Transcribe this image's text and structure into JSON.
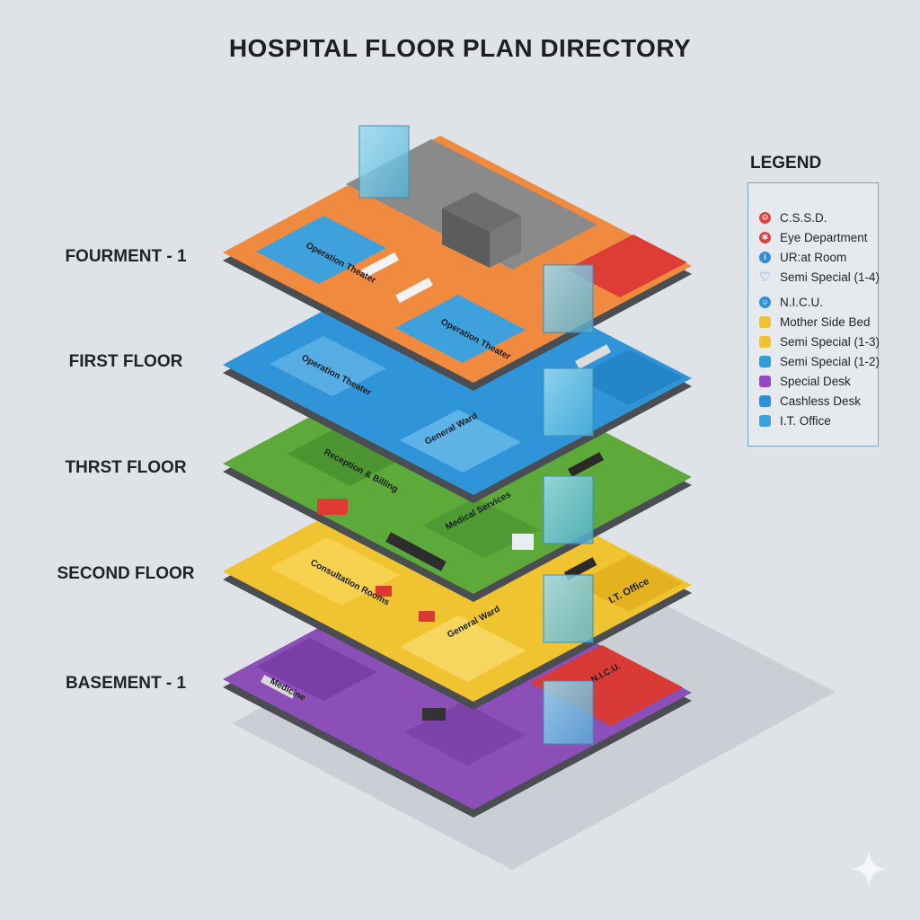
{
  "title": "HOSPITAL FLOOR PLAN DIRECTORY",
  "floors": [
    {
      "label": "FOURMENT - 1",
      "color": "#f08a3e"
    },
    {
      "label": "FIRST FLOOR",
      "color": "#2f95d8"
    },
    {
      "label": "THRST FLOOR",
      "color": "#5da93a"
    },
    {
      "label": "SECOND FLOOR",
      "color": "#f0c431"
    },
    {
      "label": "BASEMENT - 1",
      "color": "#8c4fb7"
    }
  ],
  "legend": {
    "title": "LEGEND",
    "items": [
      {
        "label": "C.S.S.D.",
        "color": "#e0433c",
        "icon": "gear-icon"
      },
      {
        "label": "Eye Department",
        "color": "#e0433c",
        "icon": "person-icon"
      },
      {
        "label": "UR:at Room",
        "color": "#2e8fd6",
        "icon": "info-icon"
      },
      {
        "label": "Semi Special (1-4)",
        "color": "#2e8fd6",
        "icon": "heart-icon"
      },
      {
        "label": "N.I.C.U.",
        "color": "#2e8fd6",
        "icon": "baby-icon"
      },
      {
        "label": "Mother Side Bed",
        "color": "#f0c431",
        "icon": "square"
      },
      {
        "label": "Semi Special (1-3)",
        "color": "#f0c431",
        "icon": "square"
      },
      {
        "label": "Semi Special (1-2)",
        "color": "#2e9fd6",
        "icon": "square"
      },
      {
        "label": "Special Desk",
        "color": "#9747c5",
        "icon": "square"
      },
      {
        "label": "Cashless Desk",
        "color": "#2e8fd6",
        "icon": "square"
      },
      {
        "label": "I.T. Office",
        "color": "#3aa3dc",
        "icon": "square"
      }
    ]
  },
  "rooms": {
    "top_room_1": "Operation Theater",
    "top_room_2": "Operation Theater",
    "first_room": "Operation Theater",
    "first_room_2": "General Ward",
    "third_room": "Reception & Billing",
    "third_room_2": "Medical Services",
    "second_room": "Consultation Rooms",
    "second_room_2": "General Ward",
    "second_right": "I.T. Office",
    "basement_room": "Medicine",
    "basement_red": "N.I.C.U."
  }
}
